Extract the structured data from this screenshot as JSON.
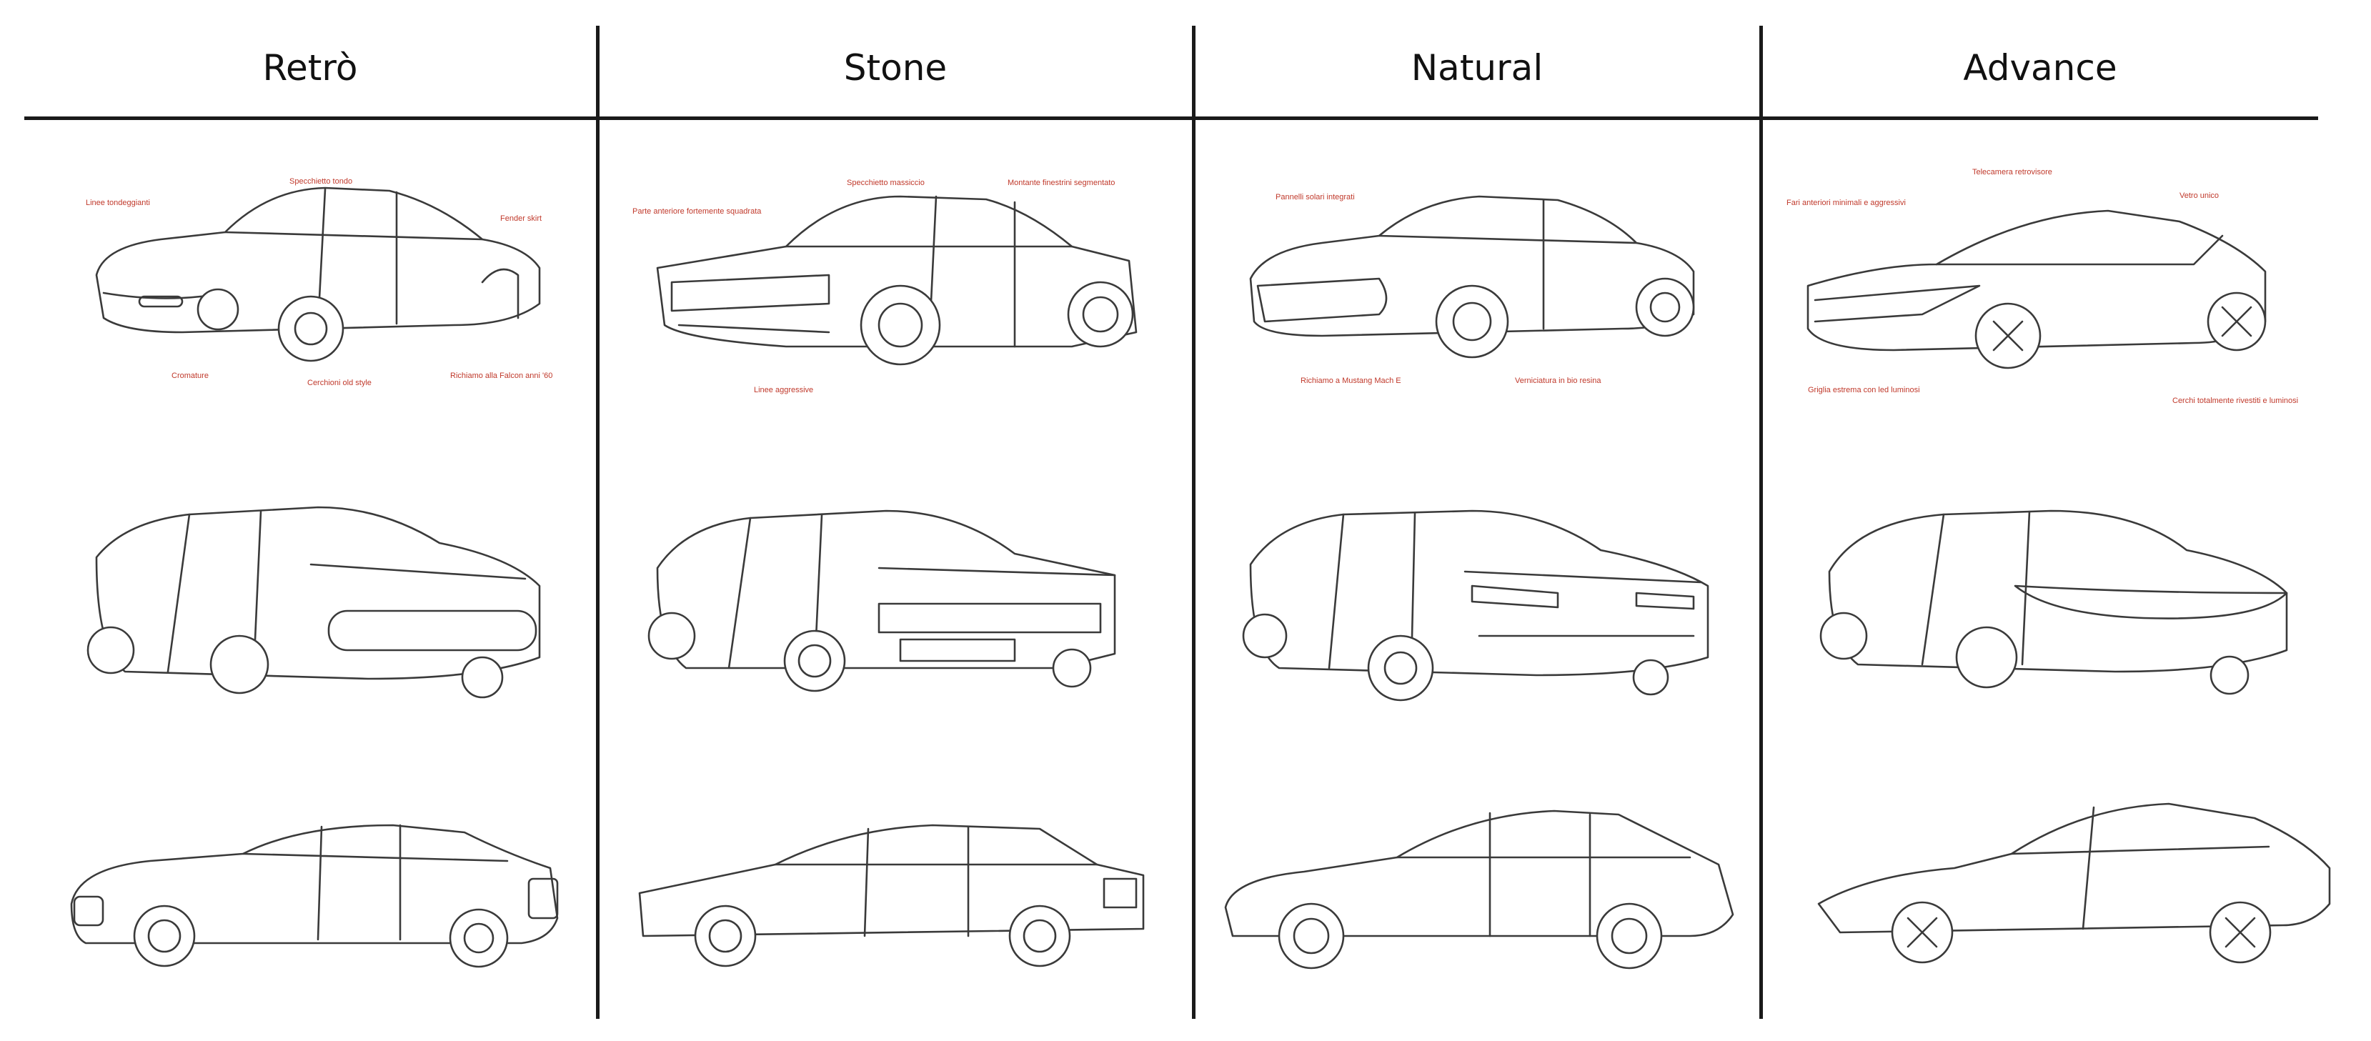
{
  "columns": [
    {
      "title": "Retrò",
      "callouts": [
        "Linee tondeggianti",
        "Specchietto tondo",
        "Fender skirt",
        "Cromature",
        "Cerchioni old style",
        "Richiamo alla Falcon anni '60"
      ]
    },
    {
      "title": "Stone",
      "callouts": [
        "Parte anteriore fortemente squadrata",
        "Specchietto massiccio",
        "Montante finestrini segmentato",
        "Linee aggressive"
      ]
    },
    {
      "title": "Natural",
      "callouts": [
        "Pannelli solari integrati",
        "Richiamo a Mustang Mach E",
        "Verniciatura in bio resina"
      ]
    },
    {
      "title": "Advance",
      "callouts": [
        "Fari anteriori minimali e aggressivi",
        "Telecamera retrovisore",
        "Vetro unico",
        "Griglia estrema con led luminosi",
        "Cerchi totalmente rivestiti e luminosi"
      ]
    }
  ],
  "views": [
    "front-three-quarter",
    "rear-three-quarter",
    "side"
  ],
  "colors": {
    "ink": "#3a3a3a",
    "annotation": "#c0392b",
    "rule": "#1a1a1a"
  }
}
